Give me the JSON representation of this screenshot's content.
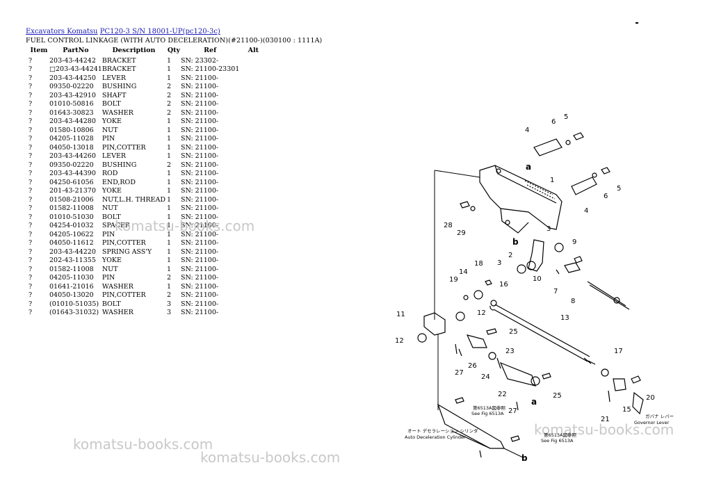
{
  "breadcrumb": {
    "link1": "Excavators Komatsu",
    "link2": "PC120-3 S/N 18001-UP(pc120-3c)"
  },
  "subtitle": "FUEL CONTROL LINKAGE (WITH AUTO DECELERATION)(#21100-)(030100 : 1111A)",
  "table": {
    "headers": [
      "Item",
      "PartNo",
      "Description",
      "Qty",
      "Ref",
      "Alt"
    ],
    "rows": [
      [
        "?",
        "203-43-44242",
        "BRACKET",
        "1",
        "SN: 23302-",
        ""
      ],
      [
        "?",
        "□203-43-44241",
        "BRACKET",
        "1",
        "SN: 21100-23301",
        ""
      ],
      [
        "?",
        "203-43-44250",
        "LEVER",
        "1",
        "SN: 21100-",
        ""
      ],
      [
        "?",
        "09350-02220",
        "BUSHING",
        "2",
        "SN: 21100-",
        ""
      ],
      [
        "?",
        "203-43-42910",
        "SHAFT",
        "2",
        "SN: 21100-",
        ""
      ],
      [
        "?",
        "01010-50816",
        "BOLT",
        "2",
        "SN: 21100-",
        ""
      ],
      [
        "?",
        "01643-30823",
        "WASHER",
        "2",
        "SN: 21100-",
        ""
      ],
      [
        "?",
        "203-43-44280",
        "YOKE",
        "1",
        "SN: 21100-",
        ""
      ],
      [
        "?",
        "01580-10806",
        "NUT",
        "1",
        "SN: 21100-",
        ""
      ],
      [
        "?",
        "04205-11028",
        "PIN",
        "1",
        "SN: 21100-",
        ""
      ],
      [
        "?",
        "04050-13018",
        "PIN,COTTER",
        "1",
        "SN: 21100-",
        ""
      ],
      [
        "?",
        "203-43-44260",
        "LEVER",
        "1",
        "SN: 21100-",
        ""
      ],
      [
        "?",
        "09350-02220",
        "BUSHING",
        "2",
        "SN: 21100-",
        ""
      ],
      [
        "?",
        "203-43-44390",
        "ROD",
        "1",
        "SN: 21100-",
        ""
      ],
      [
        "?",
        "04250-61056",
        "END,ROD",
        "1",
        "SN: 21100-",
        ""
      ],
      [
        "?",
        "201-43-21370",
        "YOKE",
        "1",
        "SN: 21100-",
        ""
      ],
      [
        "?",
        "01508-21006",
        "NUT,L.H. THREAD",
        "1",
        "SN: 21100-",
        ""
      ],
      [
        "?",
        "01582-11008",
        "NUT",
        "1",
        "SN: 21100-",
        ""
      ],
      [
        "?",
        "01010-51030",
        "BOLT",
        "1",
        "SN: 21100-",
        ""
      ],
      [
        "?",
        "04254-01032",
        "SPACER",
        "1",
        "SN: 21100-",
        ""
      ],
      [
        "?",
        "04205-10622",
        "PIN",
        "1",
        "SN: 21100-",
        ""
      ],
      [
        "?",
        "04050-11612",
        "PIN,COTTER",
        "1",
        "SN: 21100-",
        ""
      ],
      [
        "?",
        "203-43-44220",
        "SPRING ASS'Y",
        "1",
        "SN: 21100-",
        ""
      ],
      [
        "?",
        "202-43-11355",
        "YOKE",
        "1",
        "SN: 21100-",
        ""
      ],
      [
        "?",
        "01582-11008",
        "NUT",
        "1",
        "SN: 21100-",
        ""
      ],
      [
        "?",
        "04205-11030",
        "PIN",
        "2",
        "SN: 21100-",
        ""
      ],
      [
        "?",
        "01641-21016",
        "WASHER",
        "1",
        "SN: 21100-",
        ""
      ],
      [
        "?",
        "04050-13020",
        "PIN,COTTER",
        "2",
        "SN: 21100-",
        ""
      ],
      [
        "?",
        "(01010-51035)",
        "BOLT",
        "3",
        "SN: 21100-",
        ""
      ],
      [
        "?",
        "(01643-31032)",
        "WASHER",
        "3",
        "SN: 21100-",
        ""
      ]
    ]
  },
  "watermarks": {
    "w1": "komatsu-books.com",
    "w2": "komatsu-books.com",
    "w3": "komatsu-books.com",
    "w4": "komatsu-books.com"
  },
  "diagram": {
    "callouts": [
      "1",
      "2",
      "3",
      "3",
      "4",
      "4",
      "5",
      "5",
      "6",
      "6",
      "7",
      "8",
      "9",
      "10",
      "11",
      "12",
      "12",
      "13",
      "14",
      "15",
      "16",
      "17",
      "18",
      "19",
      "20",
      "21",
      "22",
      "23",
      "24",
      "25",
      "25",
      "26",
      "27",
      "27",
      "28",
      "29"
    ],
    "letters": {
      "a1": "a",
      "a2": "a",
      "b1": "b",
      "b2": "b"
    },
    "notes": {
      "see1_jp": "第6513A図参照",
      "see1": "See Fig 6513A",
      "see2_jp": "第6513A図参照",
      "see2": "See Fig 6513A",
      "cyl_jp": "オート デセラレーション シリンダ",
      "cyl": "Auto Deceleration Cylinder",
      "gov_jp": "ガバナ レバー",
      "gov": "Governor Lever"
    }
  }
}
